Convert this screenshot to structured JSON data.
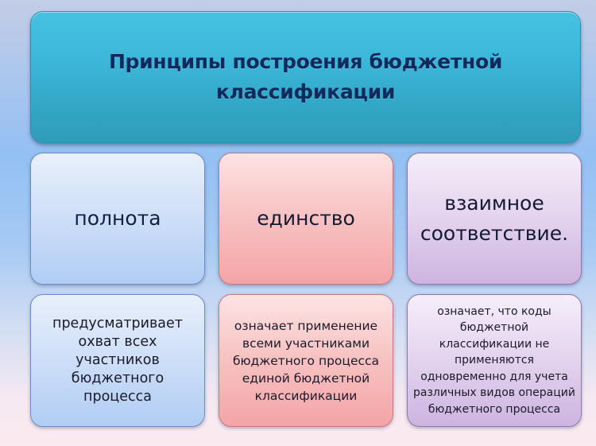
{
  "header": {
    "title_line1": "Принципы построения бюджетной",
    "title_line2": "классификации"
  },
  "principles": [
    {
      "name": "полнота",
      "description": "предусматривает охват всех участников бюджетного процесса",
      "color": "#c2d8f6"
    },
    {
      "name": "единство",
      "description": "означает применение всеми участниками бюджетного процесса единой бюджетной классификации",
      "color": "#f7b8ba"
    },
    {
      "name": "взаимное соответствие.",
      "description": "означает, что коды бюджетной классификации не применяются одновременно для учета различных видов операций бюджетного процесса",
      "color": "#dcc9ea"
    }
  ],
  "colors": {
    "header_bg": "#3bb6d8",
    "header_text": "#0e2a5c"
  }
}
